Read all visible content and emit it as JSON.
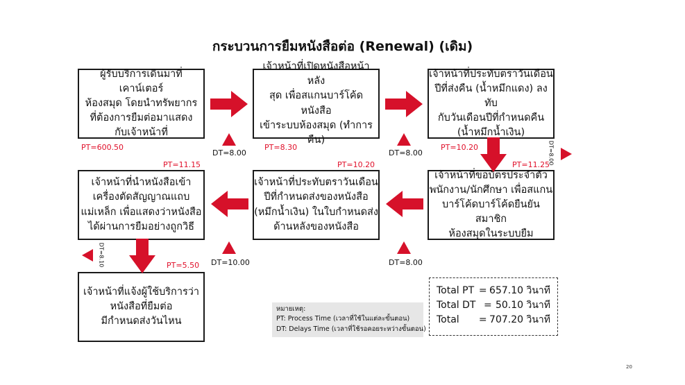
{
  "title": "กระบวนการยืมหนังสือต่อ (Renewal) (เดิม)",
  "colors": {
    "accent": "#d6112a",
    "pt_text": "#e0102a",
    "border": "#1a1a1a"
  },
  "steps": [
    {
      "text": "ผู้รับบริการเดินมาที่เคาน์เตอร์\nห้องสมุด โดยนำทรัพยากร\nที่ต้องการยืมต่อมาแสดง\nกับเจ้าหน้าที่",
      "pt": "PT=600.50"
    },
    {
      "text": "เจ้าหน้าที่เปิดหนังสือหน้าหลัง\nสุด เพื่อสแกนบาร์โค้ดหนังสือ\nเข้าระบบห้องสมุด (ทำการคืน)",
      "pt": "PT=8.30"
    },
    {
      "text": "เจ้าหน้าที่ประทับตราวันเดือน\nปีที่ส่งคืน (น้ำหมึกแดง) ลงทับ\nกับวันเดือนปีที่กำหนดคืน\n(น้ำหมึกน้ำเงิน)",
      "pt": "PT=10.20"
    },
    {
      "text": "เจ้าหน้าที่ขอบัตรประจำตัว\nพนักงาน/นักศึกษา เพื่อสแกน\nบาร์โค้ดบาร์โค้ดยืนยันสมาชิก\nห้องสมุดในระบบยืม",
      "pt": "PT=11.25"
    },
    {
      "text": "เจ้าหน้าที่ประทับตราวันเดือน\nปีที่กำหนดส่งของหนังสือ\n(หมึกน้ำเงิน) ในใบกำหนดส่ง\nด้านหลังของหนังสือ",
      "pt": "PT=10.20"
    },
    {
      "text": "เจ้าหน้าที่นำหนังสือเข้า\nเครื่องตัดสัญญาณแถบ\nแม่เหล็ก เพื่อแสดงว่าหนังสือ\nได้ผ่านการยืมอย่างถูกวิธี",
      "pt": "PT=11.15"
    },
    {
      "text": "เจ้าหน้าที่แจ้งผู้ใช้บริการว่า\nหนังสือที่ยืมต่อ\nมีกำหนดส่งวันไหน",
      "pt": "PT=5.50"
    }
  ],
  "delays": {
    "d1": "DT=8.00",
    "d2": "DT=8.00",
    "d3": "DT=8.00",
    "d4": "DT=8.00",
    "d5": "DT=10.00",
    "d6": "DT=8.10"
  },
  "note": {
    "heading": "หมายเหตุ:",
    "pt_line": "PT: Process Time (เวลาที่ใช้ในแต่ละขั้นตอน)",
    "dt_line": "DT: Delays Time (เวลาที่ใช้รอคอยระหว่างขั้นตอน)"
  },
  "totals": [
    {
      "label": "Total PT",
      "eq": "=",
      "value": "657.10 วินาที"
    },
    {
      "label": "Total DT",
      "eq": "=",
      "value": "50.10 วินาที"
    },
    {
      "label": "Total",
      "eq": "=",
      "value": "707.20 วินาที"
    }
  ],
  "page_number": "20"
}
